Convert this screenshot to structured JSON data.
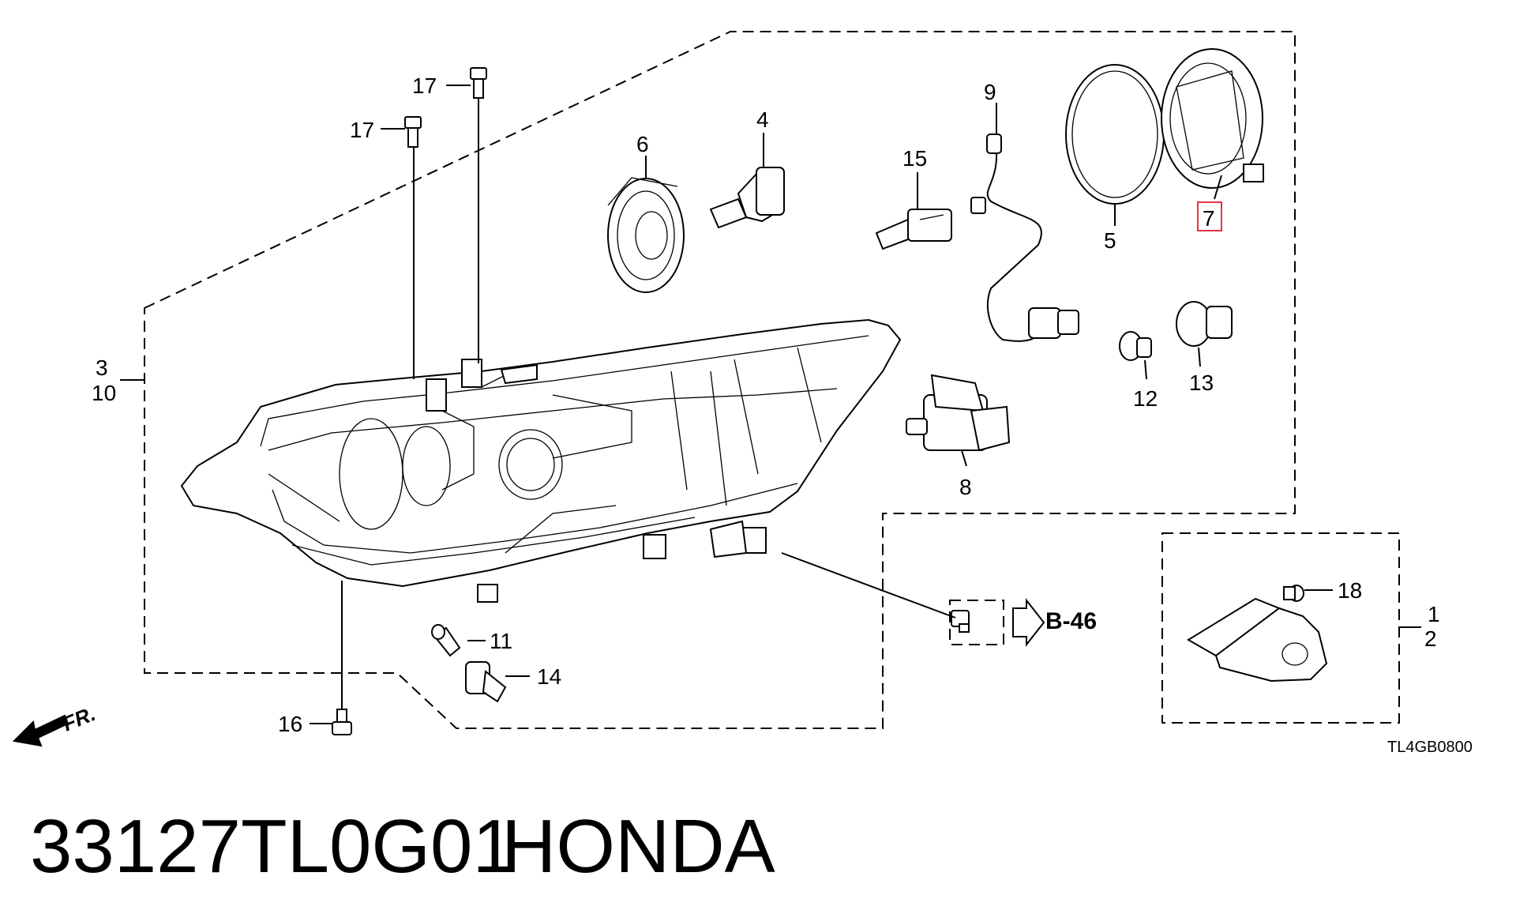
{
  "diagram": {
    "callouts": {
      "n1": "1",
      "n2": "2",
      "n3": "3",
      "n4": "4",
      "n5": "5",
      "n6": "6",
      "n7": "7",
      "n8": "8",
      "n9": "9",
      "n10": "10",
      "n11": "11",
      "n12": "12",
      "n13": "13",
      "n14": "14",
      "n15": "15",
      "n16": "16",
      "n17a": "17",
      "n17b": "17",
      "n18": "18"
    },
    "reference": "B-46",
    "front_label": "FR.",
    "diagram_code": "TL4GB0800",
    "highlight_color": "#e8304a"
  },
  "footer": {
    "part_number": "33127TL0G01",
    "brand": "HONDA"
  }
}
